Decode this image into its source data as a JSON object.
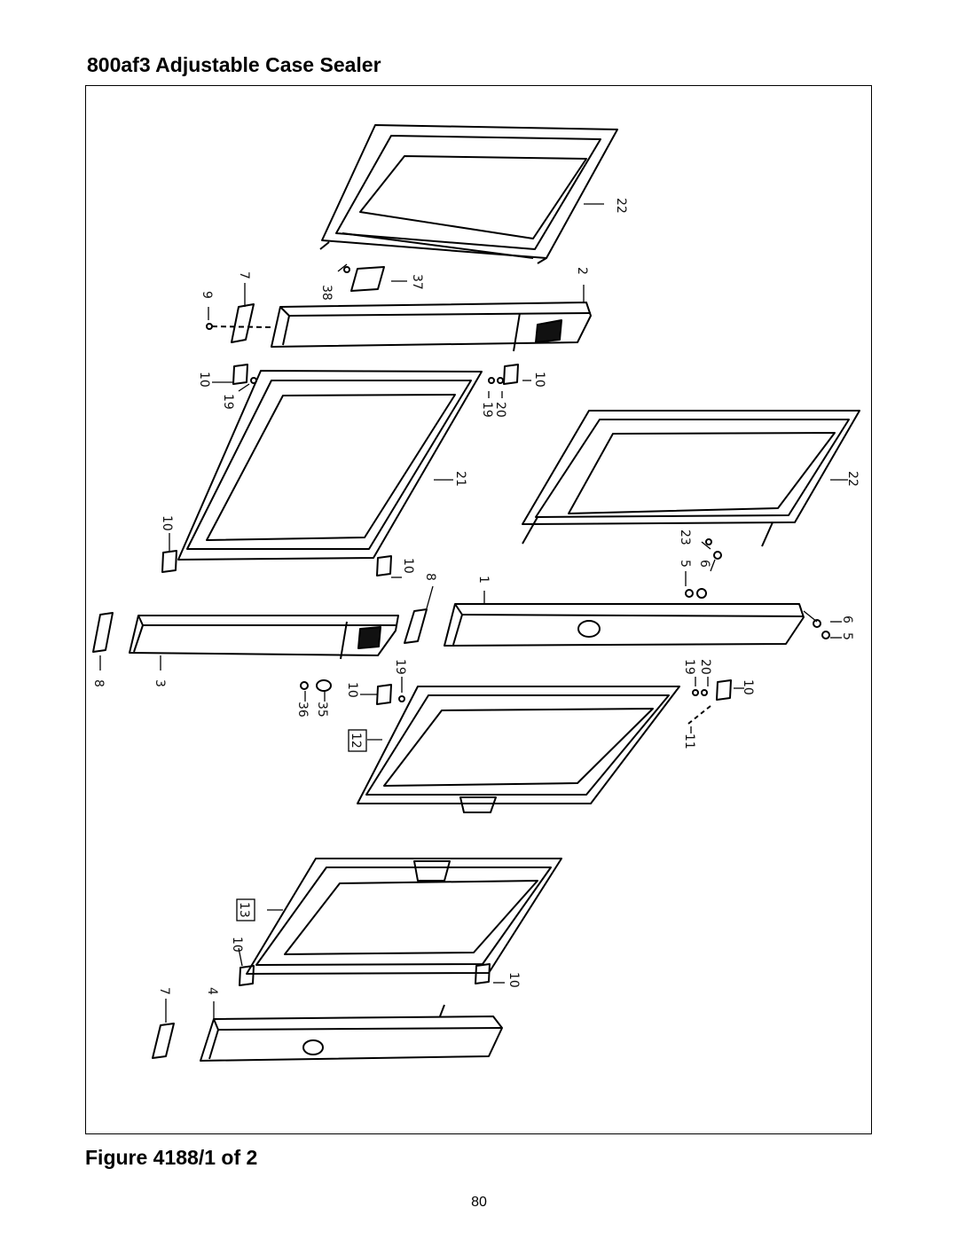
{
  "title": "800af3 Adjustable Case Sealer",
  "caption": "Figure 4188/1 of 2",
  "page_number": "80",
  "callouts": {
    "c1": "1",
    "c2": "2",
    "c3": "3",
    "c4": "4",
    "c5": "5",
    "c5b": "5",
    "c6": "6",
    "c6b": "6",
    "c7": "7",
    "c7b": "7",
    "c8": "8",
    "c8b": "8",
    "c9": "9",
    "c10a": "10",
    "c10b": "10",
    "c10c": "10",
    "c10d": "10",
    "c10e": "10",
    "c10f": "10",
    "c10g": "10",
    "c10h": "10",
    "c11": "11",
    "c12": "12",
    "c13": "13",
    "c19a": "19",
    "c19b": "19",
    "c19c": "19",
    "c19d": "19",
    "c20a": "20",
    "c20b": "20",
    "c21": "21",
    "c22a": "22",
    "c22b": "22",
    "c23": "23",
    "c35": "35",
    "c36": "36",
    "c37": "37",
    "c38": "38"
  }
}
